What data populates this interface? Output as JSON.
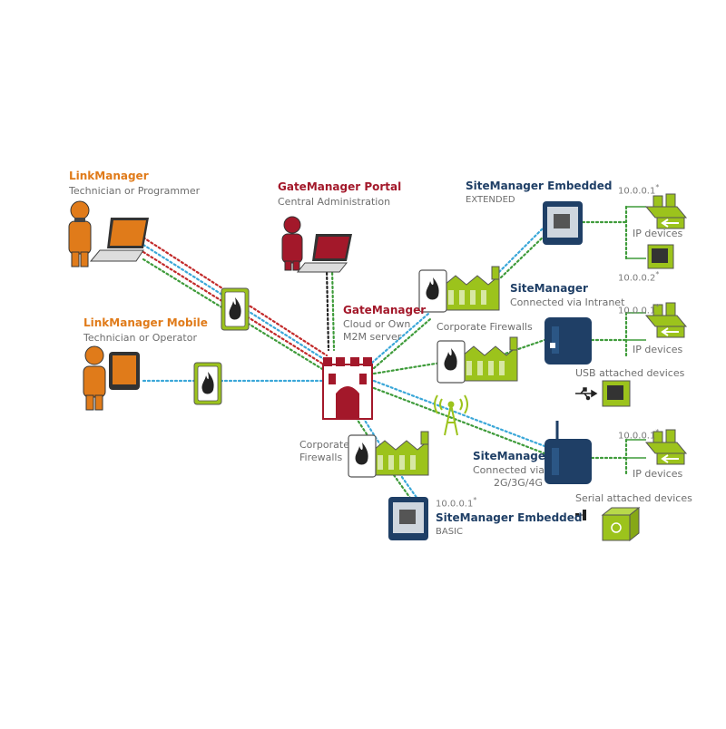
{
  "labels": {
    "linkmanager_title": "LinkManager",
    "linkmanager_sub": "Technician or Programmer",
    "linkmanager_mobile_title": "LinkManager Mobile",
    "linkmanager_mobile_sub": "Technician or Operator",
    "gatemanager_portal_title": "GateManager Portal",
    "gatemanager_portal_sub": "Central Administration",
    "gatemanager_title": "GateManager",
    "gatemanager_sub1": "Cloud or Own",
    "gatemanager_sub2": "M2M server",
    "sm_embedded_ext_title": "SiteManager Embedded",
    "sm_embedded_ext_sub": "EXTENDED",
    "sm_intranet_title": "SiteManager",
    "sm_intranet_sub": "Connected via Intranet",
    "corp_fw_top": "Corporate Firewalls",
    "corp_fw_left_1": "Corporate",
    "corp_fw_left_2": "Firewalls",
    "sm_mobile_title": "SiteManager",
    "sm_mobile_sub1": "Connected via",
    "sm_mobile_sub2": "2G/3G/4G",
    "sm_embedded_basic_title": "SiteManager Embedded",
    "sm_embedded_basic_sub": "BASIC",
    "ip_devices": "IP devices",
    "usb_devices": "USB attached devices",
    "serial_devices": "Serial attached devices",
    "ip_1": "10.0.0.1",
    "ip_2": "10.0.0.2",
    "asterisk": "*"
  },
  "colors": {
    "orange": "#e07b1a",
    "red": "#a3182a",
    "navy": "#1f3f66",
    "lime": "#9cc31c",
    "link_blue": "#3aa7d8",
    "link_green": "#3e9b3a",
    "link_red": "#c22a2a",
    "link_black": "#222222"
  }
}
